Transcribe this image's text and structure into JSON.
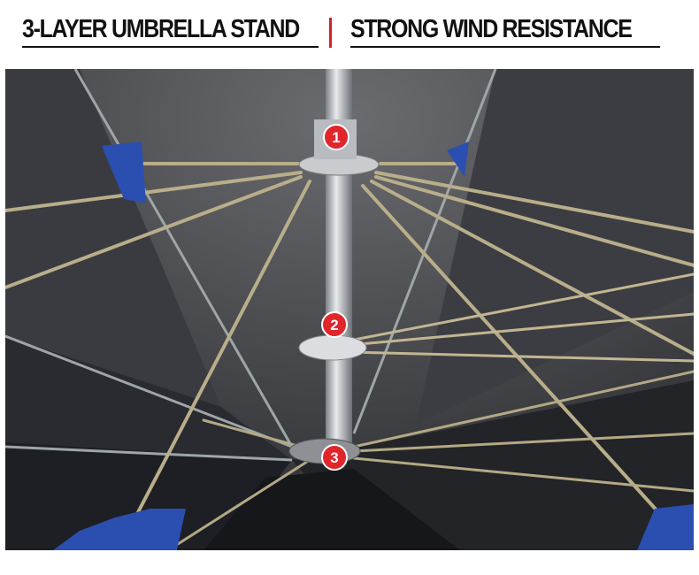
{
  "header": {
    "title_left": "3-LAYER UMBRELLA STAND",
    "title_right": "STRONG WIND RESISTANCE",
    "separator_color": "#d4202a"
  },
  "photo": {
    "markers": [
      "1",
      "2",
      "3"
    ],
    "marker_color": "#e0262b"
  }
}
